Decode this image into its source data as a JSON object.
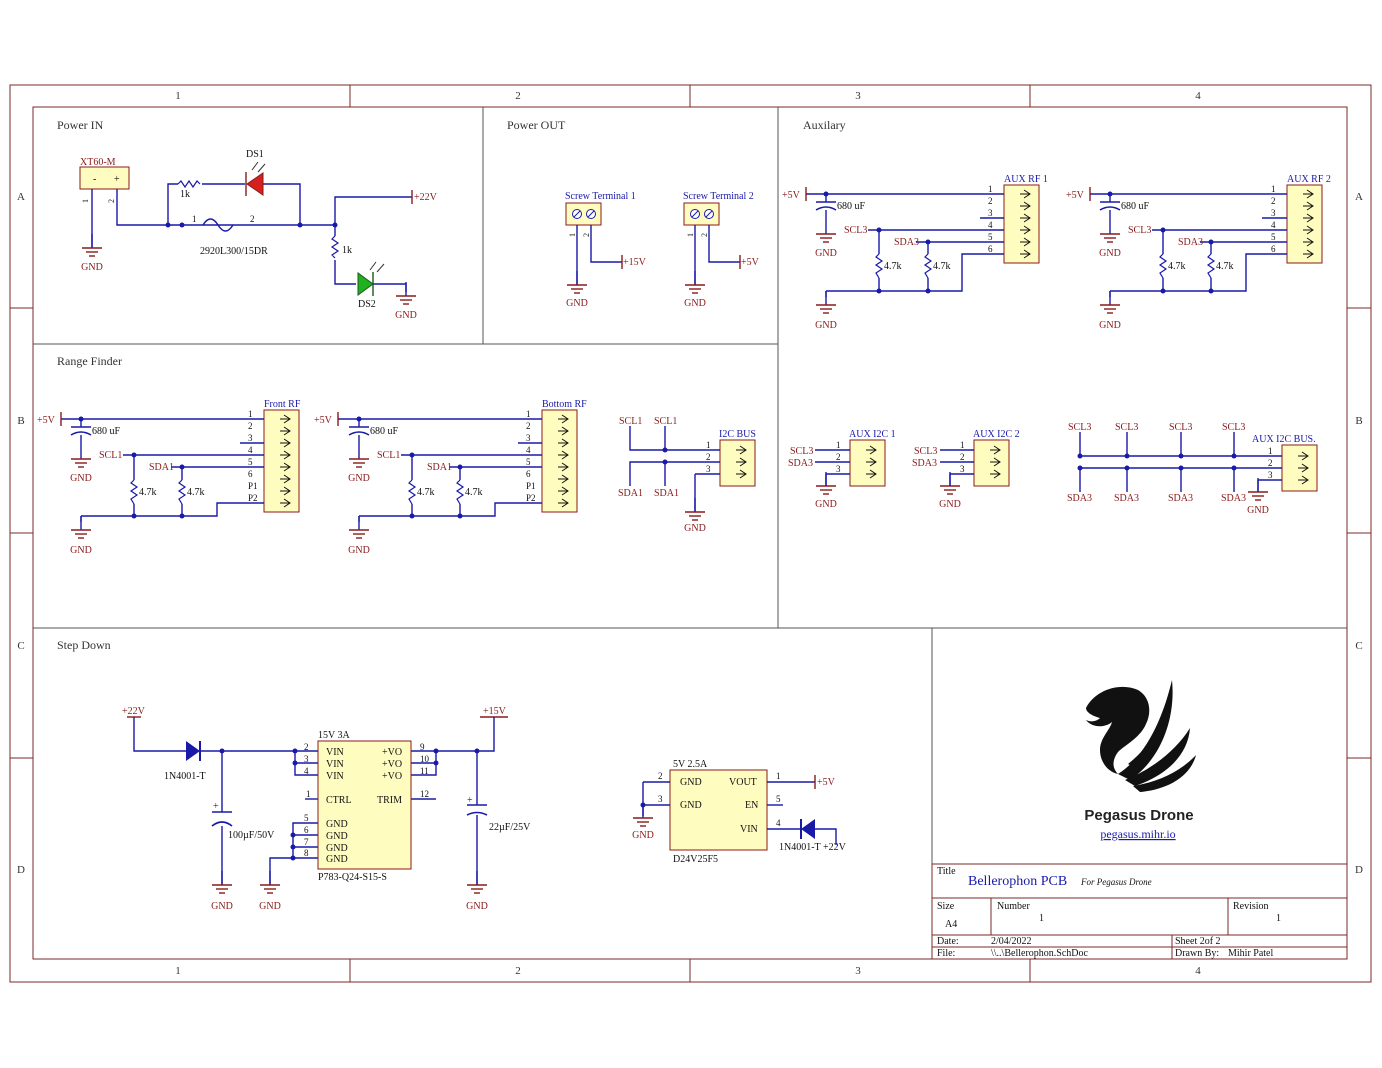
{
  "frame": {
    "cols": [
      "1",
      "2",
      "3",
      "4"
    ],
    "rows": [
      "A",
      "B",
      "C",
      "D"
    ]
  },
  "sections": {
    "power_in": "Power IN",
    "power_out": "Power OUT",
    "auxilary": "Auxilary",
    "range_finder": "Range Finder",
    "step_down": "Step Down"
  },
  "power_in": {
    "connector": "XT60-M",
    "conn_minus": "-",
    "conn_plus": "+",
    "pin1": "1",
    "pin2": "2",
    "gnd": "GND",
    "r1": "1k",
    "ds1": "DS1",
    "fuse": "2920L300/15DR",
    "fuse_p1": "1",
    "fuse_p2": "2",
    "rail": "+22V",
    "r2": "1k",
    "ds2": "DS2",
    "gnd2": "GND"
  },
  "power_out": {
    "st1": "Screw Terminal 1",
    "st2": "Screw Terminal 2",
    "p1": "1",
    "p2": "2",
    "v15": "+15V",
    "v5": "+5V",
    "gnd": "GND"
  },
  "aux": {
    "rf1": "AUX RF 1",
    "rf2": "AUX RF 2",
    "v5": "+5V",
    "cap": "680 uF",
    "scl": "SCL3",
    "sda": "SDA3",
    "r": "4.7k",
    "gnd": "GND",
    "pins": [
      "1",
      "2",
      "3",
      "4",
      "5",
      "6"
    ],
    "i2c1": "AUX I2C 1",
    "i2c2": "AUX I2C 2",
    "i2c_bus": "AUX  I2C BUS.",
    "i2c_pins": [
      "1",
      "2",
      "3"
    ]
  },
  "range": {
    "front": "Front RF",
    "bottom": "Bottom RF",
    "v5": "+5V",
    "cap": "680 uF",
    "scl": "SCL1",
    "sda": "SDA1",
    "r": "4.7k",
    "gnd": "GND",
    "pins": [
      "1",
      "2",
      "3",
      "4",
      "5",
      "6",
      "P1",
      "P2"
    ],
    "i2c_bus": "I2C BUS",
    "i2c_pins": [
      "1",
      "2",
      "3"
    ]
  },
  "step_down": {
    "v22": "+22V",
    "v15": "+15V",
    "diode": "1N4001-T",
    "cap1": "100µF/50V",
    "cap2": "22µF/25V",
    "reg_top": "15V 3A",
    "reg_name": "P783-Q24-S15-S",
    "vin": "VIN",
    "vo": "+VO",
    "ctrl": "CTRL",
    "trim": "TRIM",
    "gnd": "GND",
    "left_pins": [
      "2",
      "3",
      "4",
      "1",
      "5",
      "6",
      "7",
      "8"
    ],
    "right_pins": [
      "9",
      "10",
      "11",
      "12"
    ],
    "reg2_top": "5V 2.5A",
    "reg2_name": "D24V25F5",
    "vout": "VOUT",
    "en": "EN",
    "reg2_pins": [
      "2",
      "3",
      "1",
      "5",
      "4"
    ],
    "v5": "+5V",
    "diode2": "1N4001-T +22V"
  },
  "logo": {
    "name": "Pegasus Drone",
    "url": "pegasus.mihr.io"
  },
  "title_block": {
    "title_label": "Title",
    "title": "Bellerophon PCB",
    "subtitle": "For Pegasus Drone",
    "size_label": "Size",
    "size": "A4",
    "number_label": "Number",
    "number": "1",
    "revision_label": "Revision",
    "revision": "1",
    "date_label": "Date:",
    "date": "2/04/2022",
    "sheet": "Sheet 2of 2",
    "file_label": "File:",
    "file": "\\\\..\\Bellerophon.SchDoc",
    "drawn_label": "Drawn By:",
    "drawn": "Mihir Patel"
  },
  "colors": {
    "wire": "#1a1aa8",
    "label": "#8a1a1a",
    "border": "#7a2a2a",
    "component_fill": "#fffcc0",
    "red_led": "#d62020",
    "green_led": "#20b020"
  }
}
